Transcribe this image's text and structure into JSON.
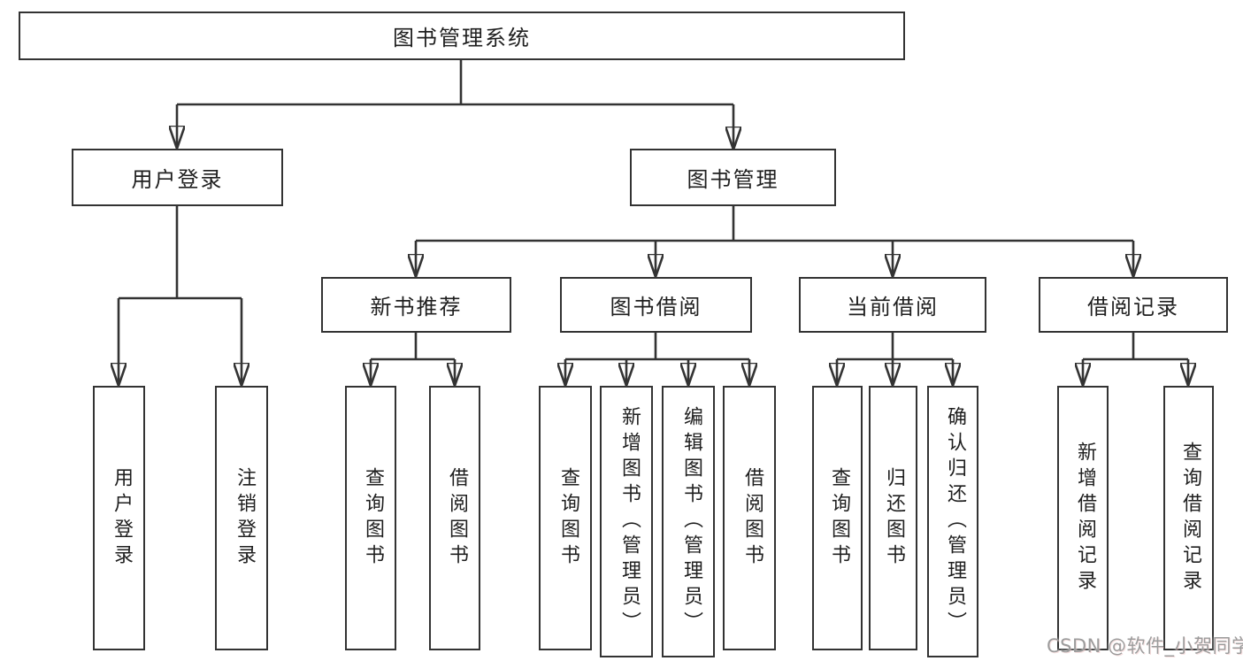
{
  "diagram": {
    "tree": {
      "root": {
        "label": "图书管理系统"
      },
      "branches": [
        {
          "label": "用户登录",
          "children": [
            {
              "label": "用户登录"
            },
            {
              "label": "注销登录"
            }
          ]
        },
        {
          "label": "图书管理",
          "children": [
            {
              "label": "新书推荐",
              "children": [
                {
                  "label": "查询图书"
                },
                {
                  "label": "借阅图书"
                }
              ]
            },
            {
              "label": "图书借阅",
              "children": [
                {
                  "label": "查询图书"
                },
                {
                  "label": "新增图书（管理员）"
                },
                {
                  "label": "编辑图书（管理员）"
                },
                {
                  "label": "借阅图书"
                }
              ]
            },
            {
              "label": "当前借阅",
              "children": [
                {
                  "label": "查询图书"
                },
                {
                  "label": "归还图书"
                },
                {
                  "label": "确认归还（管理员）"
                }
              ]
            },
            {
              "label": "借阅记录",
              "children": [
                {
                  "label": "新增借阅记录"
                },
                {
                  "label": "查询借阅记录"
                }
              ]
            }
          ]
        }
      ]
    },
    "colors": {
      "line": "#333333",
      "box_border": "#333333",
      "box_background": "#ffffff",
      "text": "#1f1f1f",
      "watermark": "#9c9c9c"
    }
  },
  "watermark": {
    "text": "CSDN @软件_小贺同学"
  }
}
